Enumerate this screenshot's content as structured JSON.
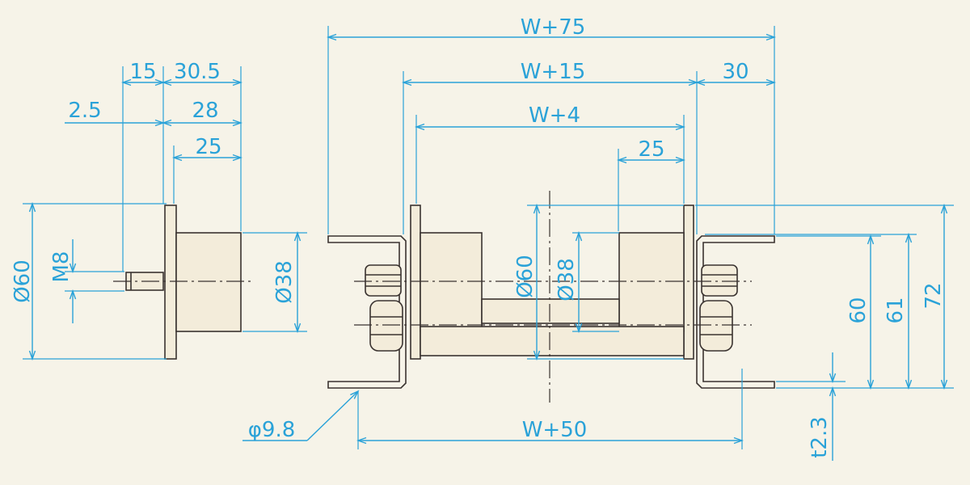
{
  "dimensions": {
    "w75": "W+75",
    "w15": "W+15",
    "w4": "W+4",
    "w50": "W+50",
    "d30": "30",
    "d25_right": "25",
    "d15": "15",
    "d30_5": "30.5",
    "d2_5": "2.5",
    "d28": "28",
    "d25_left": "25",
    "phi60_left": "Ø60",
    "m8": "M8",
    "phi38_left": "Ø38",
    "phi60_center": "Ø60",
    "phi38_center": "Ø38",
    "h60": "60",
    "h61": "61",
    "h72": "72",
    "phi9_8": "φ9.8",
    "t2_3": "t2.3"
  },
  "colors": {
    "dimension_line": "#2aa2d8",
    "part_outline": "#3a3330",
    "background": "#f6f3e8"
  }
}
